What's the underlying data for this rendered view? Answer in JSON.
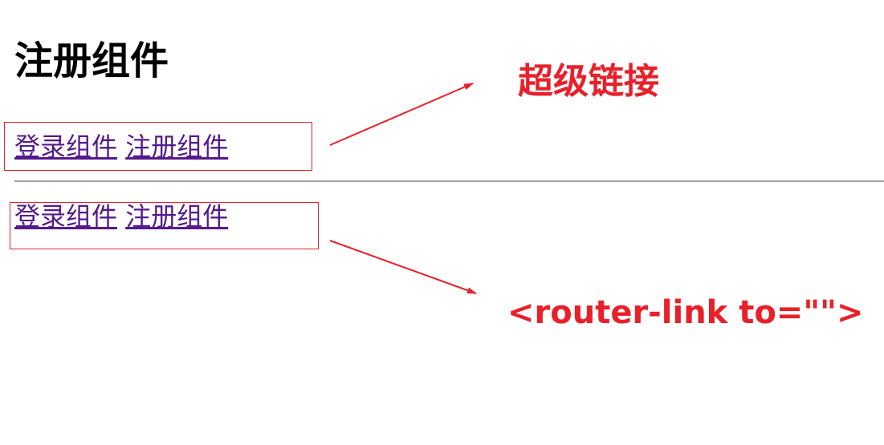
{
  "page": {
    "title": "注册组件"
  },
  "nav_top": {
    "links": [
      {
        "label": "登录组件"
      },
      {
        "label": "注册组件"
      }
    ]
  },
  "nav_bottom": {
    "links": [
      {
        "label": "登录组件"
      },
      {
        "label": "注册组件"
      }
    ]
  },
  "annotations": {
    "hyperlink_label": "超级链接",
    "router_link_label": "<router-link to=\"\">",
    "color": "#e8202a"
  },
  "colors": {
    "visited_link": "#551a8b",
    "divider": "#a0a0a0"
  }
}
